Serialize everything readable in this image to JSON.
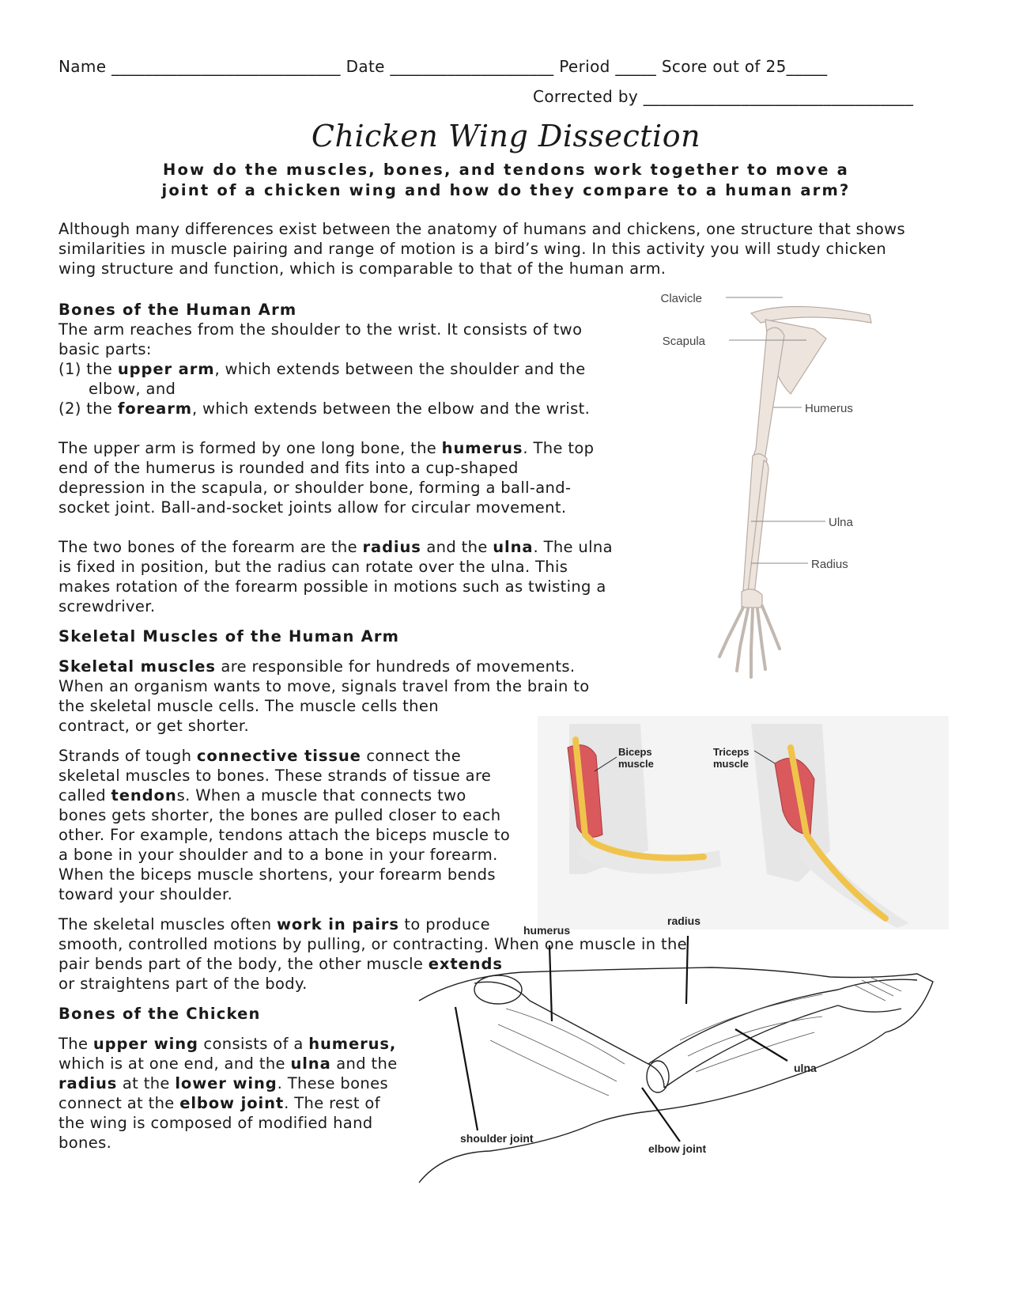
{
  "header": {
    "name_field": "Name ____________________________ Date ____________________ Period _____ Score out of 25_____",
    "corrected_by": "Corrected by _________________________________"
  },
  "title": "Chicken Wing Dissection",
  "question": {
    "line1": "How do the muscles, bones, and tendons work together to move a",
    "line2": "joint of a chicken wing and how do they compare to a human arm?"
  },
  "intro": [
    "Although many differences exist between the anatomy of humans and chickens, one structure that shows",
    "similarities in muscle pairing and range of motion is a bird’s wing.  In this activity you will study chicken",
    "wing structure and function, which is comparable to that of the human arm."
  ],
  "bones_human": {
    "heading": "Bones of the Human Arm",
    "p1_line1": "The arm reaches from the shoulder to the wrist. It consists of two",
    "p1_line2": "basic parts:",
    "item1_a": "(1) the ",
    "item1_bold": "upper arm",
    "item1_b": ", which extends between the shoulder and the",
    "item1_line2": "elbow, and",
    "item2_a": "(2) the ",
    "item2_bold": "forearm",
    "item2_b": ", which extends between the elbow and the wrist.",
    "p2_line1_a": "The upper arm is formed by one long bone, the ",
    "p2_line1_bold": "humerus",
    "p2_line1_b": ". The top",
    "p2_line2": "end of the humerus is rounded and fits into a cup-shaped",
    "p2_line3": "depression in the scapula, or shoulder bone, forming a ball-and-",
    "p2_line4": "socket joint. Ball-and-socket joints allow for circular movement.",
    "p3_line1_a": "The two bones of the forearm are the ",
    "p3_line1_bold1": "radius",
    "p3_line1_b": " and the ",
    "p3_line1_bold2": "ulna",
    "p3_line1_c": ". The ulna",
    "p3_line2": "is fixed in position, but the radius can rotate over the ulna. This",
    "p3_line3": "makes rotation of the forearm possible in motions such as twisting a",
    "p3_line4": "screwdriver."
  },
  "skeletal_muscles": {
    "heading": "Skeletal Muscles of the Human Arm",
    "p1_bold": "Skeletal muscles",
    "p1_line1_rest": " are responsible for hundreds of movements.",
    "p1_line2": "When an organism wants to move, signals travel from the brain to",
    "p1_line3": "the skeletal muscle cells. The muscle cells then",
    "p1_line4": "contract, or get shorter.",
    "p2_line1_a": "Strands of tough ",
    "p2_line1_bold": "connective tissue",
    "p2_line1_b": " connect the",
    "p2_line2": "skeletal muscles to bones. These strands of tissue are",
    "p2_line3_a": "called ",
    "p2_line3_bold": "tendon",
    "p2_line3_b": "s. When a muscle that connects two",
    "p2_line4": "bones gets shorter, the bones are pulled closer to each",
    "p2_line5": "other. For example, tendons attach the biceps muscle to",
    "p2_line6": "a bone in your shoulder and to a bone in your forearm.",
    "p2_line7": "When the biceps muscle shortens, your forearm bends",
    "p2_line8": "toward your shoulder.",
    "p3_line1_a": "The skeletal muscles often ",
    "p3_line1_bold": "work in pairs",
    "p3_line1_b": " to produce",
    "p3_line2": "smooth, controlled motions by pulling, or contracting.  When one muscle in the",
    "p3_line3_a": "pair bends part of the body, the other muscle ",
    "p3_line3_bold": "extends",
    "p3_line4": "or straightens part of the body."
  },
  "bones_chicken": {
    "heading": "Bones of the Chicken",
    "line1_a": "The ",
    "line1_bold1": "upper wing",
    "line1_b": " consists of a ",
    "line1_bold2": "humerus,",
    "line2_a": "which is at one end, and the ",
    "line2_bold": "ulna",
    "line2_b": " and the",
    "line3_bold1": "radius",
    "line3_a": " at the ",
    "line3_bold2": "lower wing",
    "line3_b": ". These bones",
    "line4_a": "connect at the ",
    "line4_bold": "elbow joint",
    "line4_b": ".  The rest of",
    "line5": "the wing is composed of modified hand",
    "line6": "bones."
  },
  "skeleton_labels": {
    "clavicle": "Clavicle",
    "scapula": "Scapula",
    "humerus": "Humerus",
    "ulna": "Ulna",
    "radius": "Radius"
  },
  "muscle_labels": {
    "biceps_1": "Biceps",
    "biceps_2": "muscle",
    "triceps_1": "Triceps",
    "triceps_2": "muscle"
  },
  "wing_labels": {
    "humerus": "humerus",
    "radius": "radius",
    "ulna": "ulna",
    "shoulder_joint": "shoulder joint",
    "elbow_joint": "elbow joint"
  },
  "colors": {
    "bone": "#ede4dc",
    "muscle": "#d9595c",
    "bone_yellow": "#f0c44c",
    "ink": "#1a1a1a"
  }
}
